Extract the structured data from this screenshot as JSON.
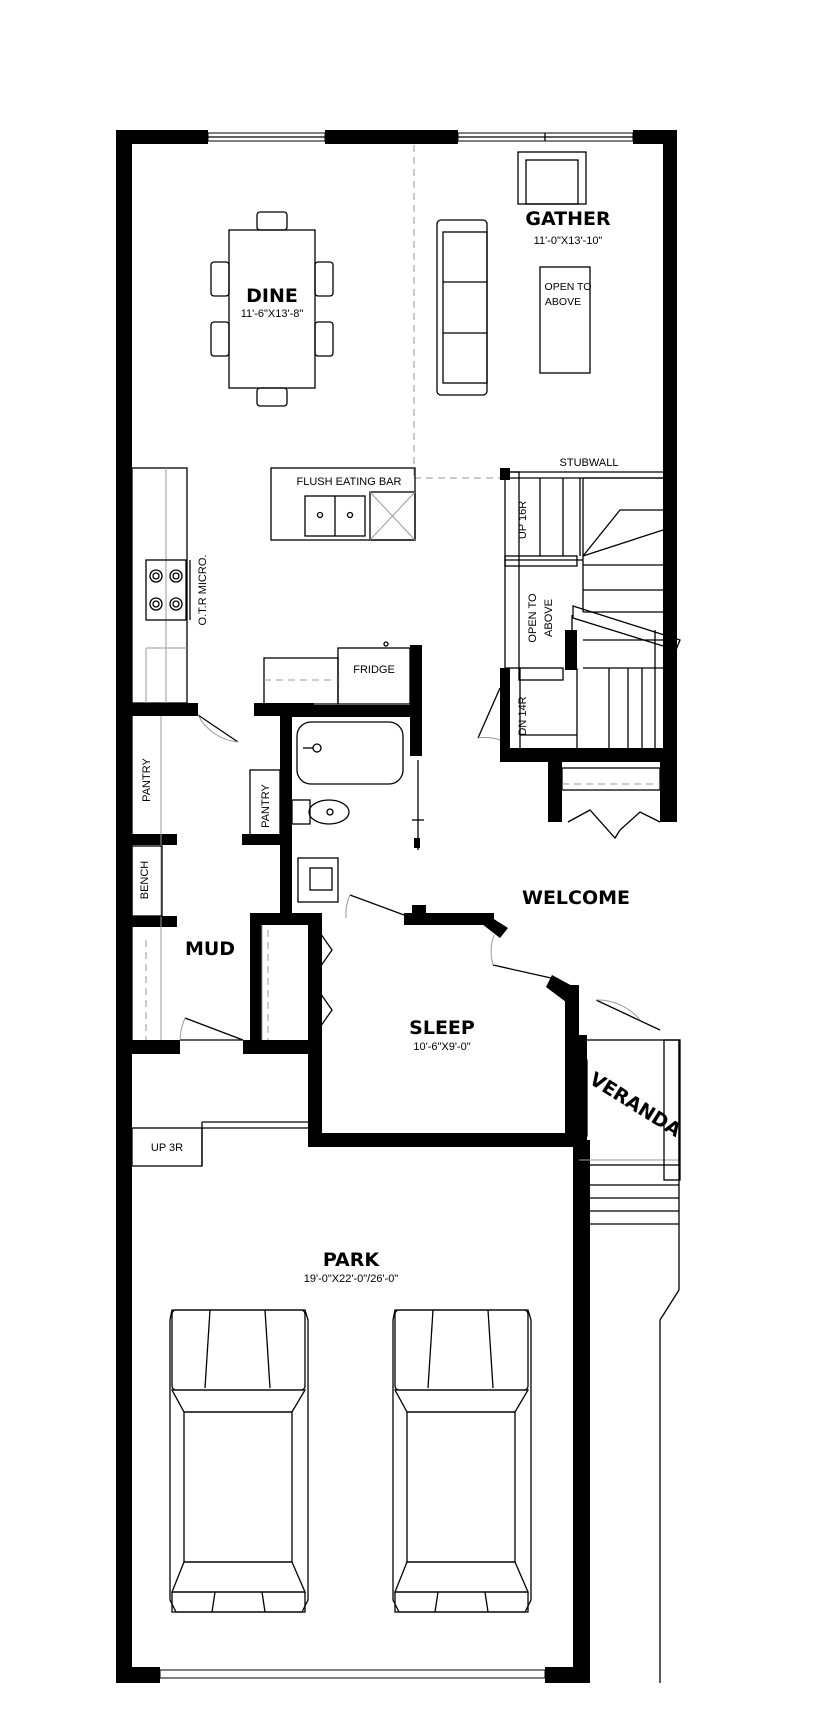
{
  "rooms": {
    "gather": {
      "name": "GATHER",
      "dim": "11'-0\"X13'-10\""
    },
    "dine": {
      "name": "DINE",
      "dim": "11'-6\"X13'-8\""
    },
    "welcome": {
      "name": "WELCOME"
    },
    "mud": {
      "name": "MUD"
    },
    "sleep": {
      "name": "SLEEP",
      "dim": "10'-6\"X9'-0\""
    },
    "veranda": {
      "name": "VERANDA"
    },
    "park": {
      "name": "PARK",
      "dim": "19'-0\"X22'-0\"/26'-0\""
    }
  },
  "labels": {
    "open_to_above_1": [
      "OPEN TO",
      "ABOVE"
    ],
    "open_to_above_2": [
      "OPEN TO",
      "ABOVE"
    ],
    "flush_eating_bar": "FLUSH EATING BAR",
    "stubwall": "STUBWALL",
    "up_16r": "UP 16R",
    "dn_14r": "DN 14R",
    "otr_micro": "O.T.R MICRO.",
    "fridge": "FRIDGE",
    "pantry_1": "PANTRY",
    "pantry_2": "PANTRY",
    "bench": "BENCH",
    "up_3r": "UP 3R"
  }
}
